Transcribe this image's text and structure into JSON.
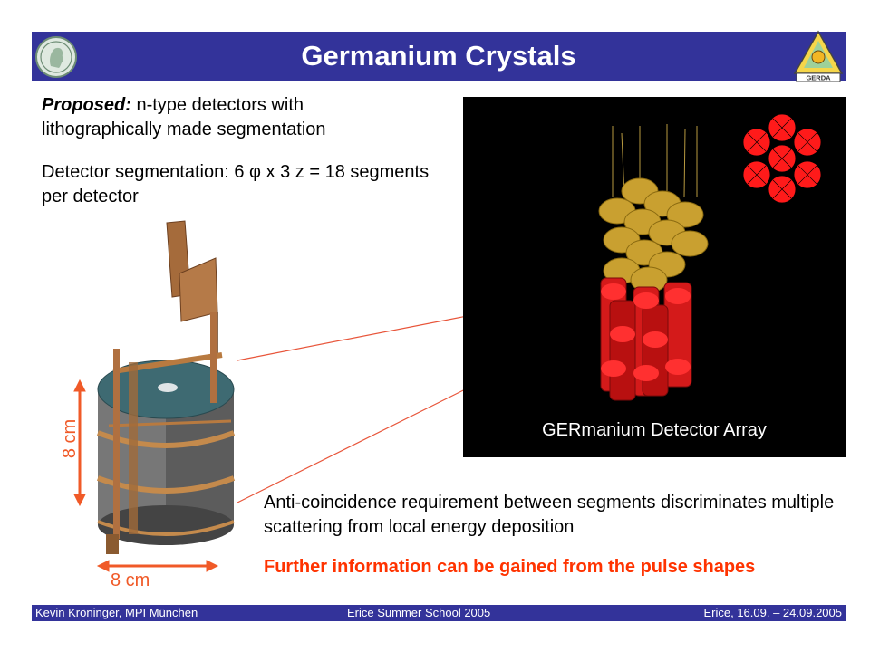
{
  "header": {
    "title": "Germanium Crystals"
  },
  "content": {
    "proposed_lead": "Proposed:",
    "proposed_text": " n-type detectors with lithographically made segmentation",
    "segmentation": "Detector segmentation: 6 φ x 3 z = 18 segments per detector",
    "anticoincidence": "Anti-coincidence requirement between segments discriminates multiple scattering from local energy deposition",
    "pulse_shapes": "Further information can be gained from the pulse shapes",
    "dim_height": "8 cm",
    "dim_width": "8 cm",
    "photo_caption": "GERmanium Detector Array",
    "logo_right_text": "GERDA"
  },
  "footer": {
    "author": "Kevin Kröninger, MPI München",
    "event": "Erice Summer School 2005",
    "date": "Erice, 16.09. – 24.09.2005"
  },
  "colors": {
    "header_bg": "#33339a",
    "accent": "#ff3300",
    "dimension": "#f05a28"
  }
}
